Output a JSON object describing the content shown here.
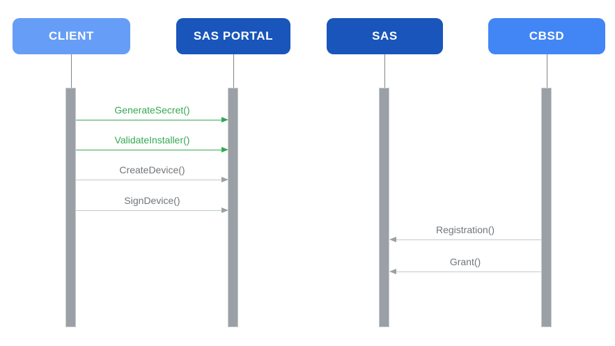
{
  "diagram": {
    "type": "sequence-diagram",
    "lifeline_color": "#80868B",
    "activation_bar_color": "#9AA0A6",
    "actors": [
      {
        "id": "client",
        "label": "CLIENT",
        "color": "#669DF6"
      },
      {
        "id": "sas-portal",
        "label": "SAS PORTAL",
        "color": "#1955BA"
      },
      {
        "id": "sas",
        "label": "SAS",
        "color": "#1955BA"
      },
      {
        "id": "cbsd",
        "label": "CBSD",
        "color": "#4285F4"
      }
    ],
    "messages": [
      {
        "label": "GenerateSecret()",
        "from": "CLIENT",
        "to": "SAS PORTAL",
        "direction": "right",
        "text_color": "#34A853",
        "line_color": "#34A853",
        "arrow_color": "#34A853"
      },
      {
        "label": "ValidateInstaller()",
        "from": "CLIENT",
        "to": "SAS PORTAL",
        "direction": "right",
        "text_color": "#34A853",
        "line_color": "#34A853",
        "arrow_color": "#34A853"
      },
      {
        "label": "CreateDevice()",
        "from": "CLIENT",
        "to": "SAS PORTAL",
        "direction": "right",
        "text_color": "#70757A",
        "line_color": "#C3C7CB",
        "arrow_color": "#9AA0A6"
      },
      {
        "label": "SignDevice()",
        "from": "CLIENT",
        "to": "SAS PORTAL",
        "direction": "right",
        "text_color": "#70757A",
        "line_color": "#C3C7CB",
        "arrow_color": "#9AA0A6"
      },
      {
        "label": "Registration()",
        "from": "CBSD",
        "to": "SAS",
        "direction": "left",
        "text_color": "#70757A",
        "line_color": "#C3C7CB",
        "arrow_color": "#9AA0A6"
      },
      {
        "label": "Grant()",
        "from": "CBSD",
        "to": "SAS",
        "direction": "left",
        "text_color": "#70757A",
        "line_color": "#C3C7CB",
        "arrow_color": "#9AA0A6"
      }
    ]
  }
}
